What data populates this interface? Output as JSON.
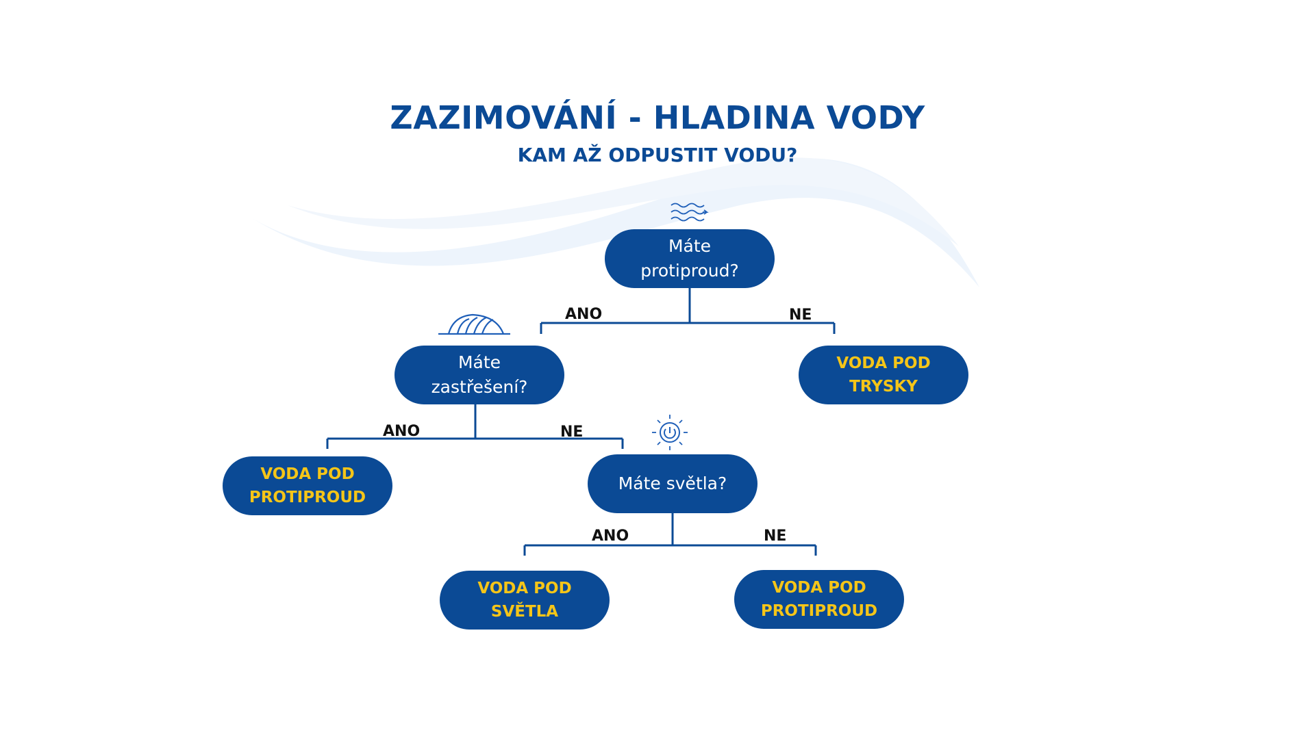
{
  "title": "ZAZIMOVÁNÍ - HLADINA VODY",
  "subtitle": "KAM AŽ ODPUSTIT VODU?",
  "colors": {
    "node_bg": "#0b4a95",
    "question_text": "#ffffff",
    "answer_text": "#f5c518",
    "line": "#0b4a95",
    "wave": "#e9f1fa"
  },
  "nodes": {
    "q_protiproud": "Máte\nprotiproud?",
    "q_zastreseni": "Máte\nzastřešení?",
    "q_svetla": "Máte světla?",
    "a_trysky": "VODA POD TRYSKY",
    "a_protiproud_1": "VODA POD\nPROTIPROUD",
    "a_svetla": "VODA POD SVĚTLA",
    "a_protiproud_2": "VODA POD\nPROTIPROUD"
  },
  "edge_labels": {
    "yes": "ANO",
    "no": "NE"
  },
  "icons": {
    "protiproud": "water-waves-icon",
    "zastreseni": "pool-enclosure-icon",
    "svetla": "light-power-icon"
  }
}
